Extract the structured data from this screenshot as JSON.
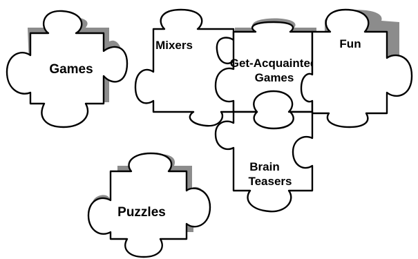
{
  "pieces": {
    "games": {
      "label": "Games"
    },
    "mixers": {
      "label": "Mixers"
    },
    "get_acquainted": {
      "line1": "Get-Acquainted",
      "line2": "Games"
    },
    "fun": {
      "label": "Fun"
    },
    "brain_teasers": {
      "line1": "Brain",
      "line2": "Teasers"
    },
    "puzzles": {
      "label": "Puzzles"
    }
  },
  "colors": {
    "outline": "#000000",
    "shadow": "#8c8c8c",
    "fill": "#ffffff"
  }
}
